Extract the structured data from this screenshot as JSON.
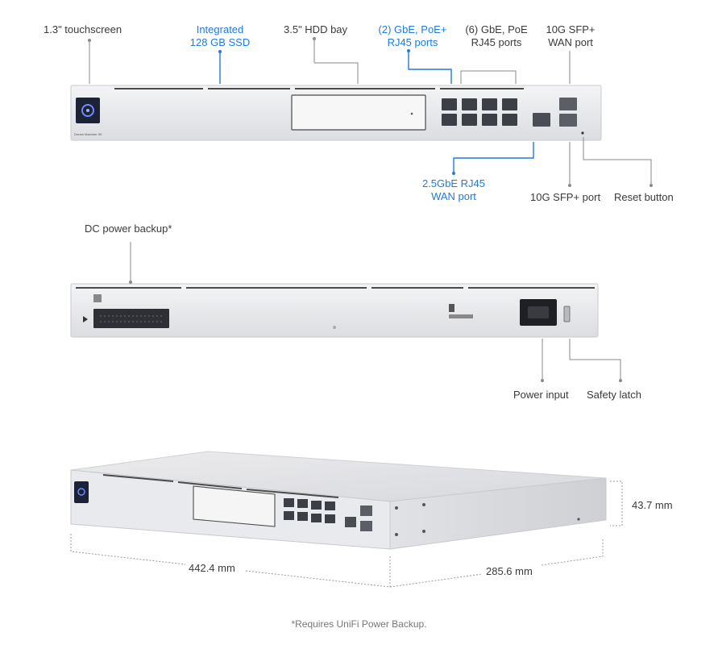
{
  "front_labels": {
    "touchscreen": "1.3\" touchscreen",
    "ssd_line1": "Integrated",
    "ssd_line2": "128 GB SSD",
    "hdd": "3.5\" HDD bay",
    "poe_plus_line1": "(2) GbE, PoE+",
    "poe_plus_line2": "RJ45 ports",
    "poe_line1": "(6) GbE, PoE",
    "poe_line2": "RJ45 ports",
    "sfp_wan_line1": "10G SFP+",
    "sfp_wan_line2": "WAN port",
    "rj45_wan_line1": "2.5GbE RJ45",
    "rj45_wan_line2": "WAN port",
    "sfp_port": "10G SFP+ port",
    "reset": "Reset button"
  },
  "rear_labels": {
    "dc_power": "DC power backup*",
    "power_input": "Power input",
    "safety_latch": "Safety latch"
  },
  "dimensions": {
    "height": "43.7 mm",
    "width": "442.4 mm",
    "depth": "285.6 mm"
  },
  "footnote": "*Requires UniFi Power Backup.",
  "device_text": {
    "model": "Dream Machine SE"
  },
  "colors": {
    "accent_blue": "#1f7ae0",
    "chassis": "#e8e9ec",
    "leader": "#8a8a8a"
  }
}
